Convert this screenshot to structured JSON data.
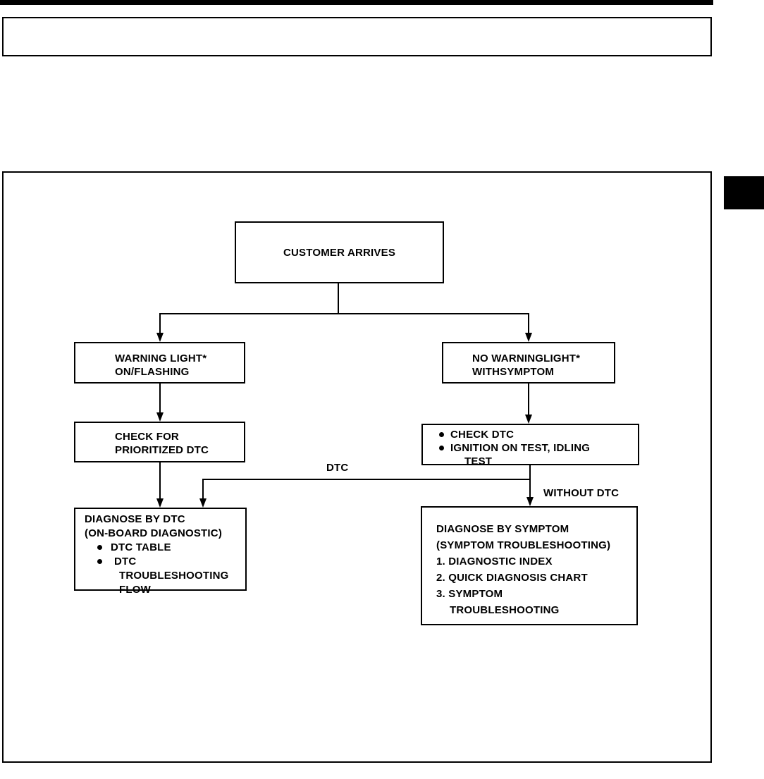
{
  "colors": {
    "ink": "#000000",
    "paper": "#ffffff"
  },
  "flowchart": {
    "nodes": {
      "customer_arrives": {
        "lines": [
          "CUSTOMER ARRIVES"
        ]
      },
      "warning_light": {
        "lines": [
          "WARNING LIGHT*",
          "ON/FLASHING"
        ]
      },
      "no_warning_light": {
        "lines": [
          "NO WARNINGLIGHT*",
          "WITHSYMPTOM"
        ]
      },
      "check_for_prioritized_dtc": {
        "lines": [
          "CHECK FOR",
          "PRIORITIZED DTC"
        ]
      },
      "check_dtc_tests": {
        "bullet1": "CHECK DTC",
        "bullet2": "IGNITION ON TEST, IDLING",
        "bullet2_wrap": "TEST"
      },
      "diagnose_by_dtc": {
        "line1": "DIAGNOSE BY DTC",
        "line2": "(ON-BOARD DIAGNOSTIC)",
        "bullet1": "DTC TABLE",
        "bullet2": "DTC",
        "bullet2_wrap1": "TROUBLESHOOTING",
        "bullet2_wrap2": "FLOW"
      },
      "diagnose_by_symptom": {
        "line1": "DIAGNOSE BY SYMPTOM",
        "line2": "(SYMPTOM TROUBLESHOOTING)",
        "item1": "1. DIAGNOSTIC INDEX",
        "item2": "2. QUICK DIAGNOSIS CHART",
        "item3": "3. SYMPTOM",
        "item3_wrap": "TROUBLESHOOTING"
      }
    },
    "edge_labels": {
      "dtc": "DTC",
      "without_dtc": "WITHOUT DTC"
    }
  }
}
